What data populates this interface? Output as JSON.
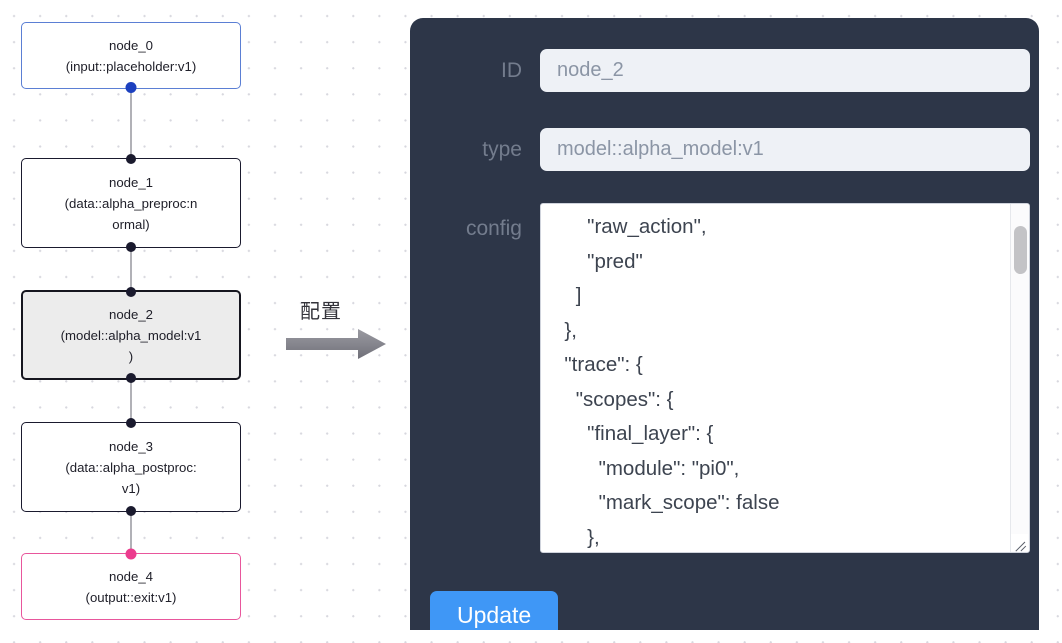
{
  "graph": {
    "nodes": [
      {
        "id": "node_0",
        "title": "node_0",
        "subtitle": "(input::placeholder:v1)",
        "label": "node_0\n(input::placeholder:v1)",
        "kind": "input",
        "selected": false
      },
      {
        "id": "node_1",
        "title": "node_1",
        "subtitle": "(data::alpha_preproc:normal)",
        "label": "node_1\n(data::alpha_preproc:n\normal)",
        "kind": "data",
        "selected": false
      },
      {
        "id": "node_2",
        "title": "node_2",
        "subtitle": "(model::alpha_model:v1)",
        "label": "node_2\n(model::alpha_model:v1\n)",
        "kind": "model",
        "selected": true
      },
      {
        "id": "node_3",
        "title": "node_3",
        "subtitle": "(data::alpha_postproc:v1)",
        "label": "node_3\n(data::alpha_postproc:\nv1)",
        "kind": "data",
        "selected": false
      },
      {
        "id": "node_4",
        "title": "node_4",
        "subtitle": "(output::exit:v1)",
        "label": "node_4\n(output::exit:v1)",
        "kind": "output",
        "selected": false
      }
    ],
    "edges": [
      {
        "from": "node_0",
        "to": "node_1"
      },
      {
        "from": "node_1",
        "to": "node_2"
      },
      {
        "from": "node_2",
        "to": "node_3"
      },
      {
        "from": "node_3",
        "to": "node_4"
      }
    ],
    "colors": {
      "input_border": "#5b7fd4",
      "output_border": "#e8569c",
      "default_border": "#1a1a2e",
      "selected_fill": "#ececec",
      "edge": "#b1b1b7",
      "port_default": "#1a1a2e",
      "port_input": "#1c40bf",
      "port_output": "#ec3c8e"
    }
  },
  "arrow": {
    "label": "配置",
    "color": "#808087"
  },
  "panel": {
    "background_color": "#2d3648",
    "fields": [
      {
        "key": "id",
        "label": "ID",
        "value": "node_2"
      },
      {
        "key": "type",
        "label": "type",
        "value": "model::alpha_model:v1"
      }
    ],
    "config": {
      "label": "config",
      "value": "      \"raw_action\",\n      \"pred\"\n    ]\n  },\n  \"trace\": {\n    \"scopes\": {\n      \"final_layer\": {\n        \"module\": \"pi0\",\n        \"mark_scope\": false\n      },\n      \"action_model\": {",
      "scrollbar_visible": true,
      "resize_handle": true
    },
    "update_button": {
      "label": "Update",
      "color": "#3f97f6"
    }
  }
}
